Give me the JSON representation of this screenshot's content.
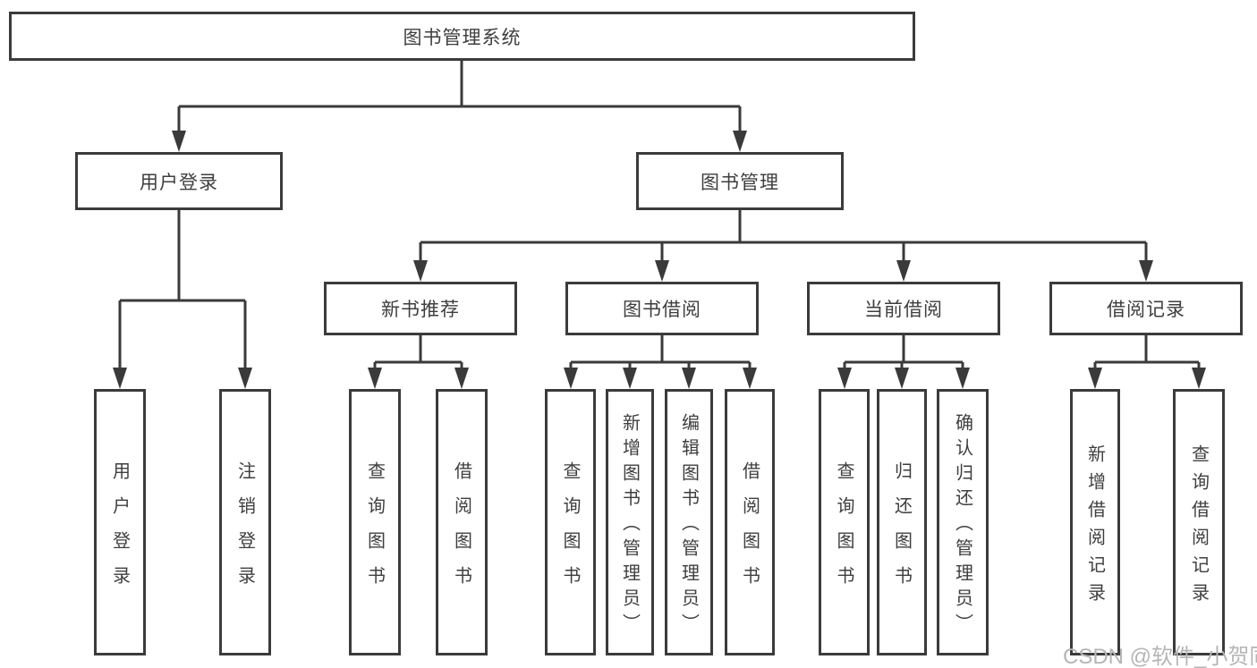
{
  "diagram": {
    "title": "图书管理系统",
    "root": {
      "label": "图书管理系统"
    },
    "level2": {
      "user_login": {
        "label": "用户登录"
      },
      "book_management": {
        "label": "图书管理"
      }
    },
    "level3": {
      "new_book_recommend": {
        "label": "新书推荐"
      },
      "book_borrowing": {
        "label": "图书借阅"
      },
      "current_borrowing": {
        "label": "当前借阅"
      },
      "borrowing_records": {
        "label": "借阅记录"
      }
    },
    "leaves": {
      "user_login_group": {
        "user_login": {
          "label": "用户登录"
        },
        "logout": {
          "label": "注销登录"
        }
      },
      "new_book_group": {
        "query_books": {
          "label": "查询图书"
        },
        "borrow_books": {
          "label": "借阅图书"
        }
      },
      "book_borrowing_group": {
        "query_books": {
          "label": "查询图书"
        },
        "add_book_admin": {
          "label": "新增图书（管理员）"
        },
        "edit_book_admin": {
          "label": "编辑图书（管理员）"
        },
        "borrow_books": {
          "label": "借阅图书"
        }
      },
      "current_borrowing_group": {
        "query_books": {
          "label": "查询图书"
        },
        "return_books": {
          "label": "归还图书"
        },
        "confirm_return_admin": {
          "label": "确认归还（管理员）"
        }
      },
      "borrowing_records_group": {
        "add_borrow_record": {
          "label": "新增借阅记录"
        },
        "query_borrow_record": {
          "label": "查询借阅记录"
        }
      }
    },
    "colors": {
      "line": "#3a3a3a",
      "border": "#3b3b3b",
      "text": "#3e3e3e",
      "watermark": "#b5b5b5"
    }
  },
  "watermark": {
    "text": "CSDN @软件_小贺同学"
  }
}
